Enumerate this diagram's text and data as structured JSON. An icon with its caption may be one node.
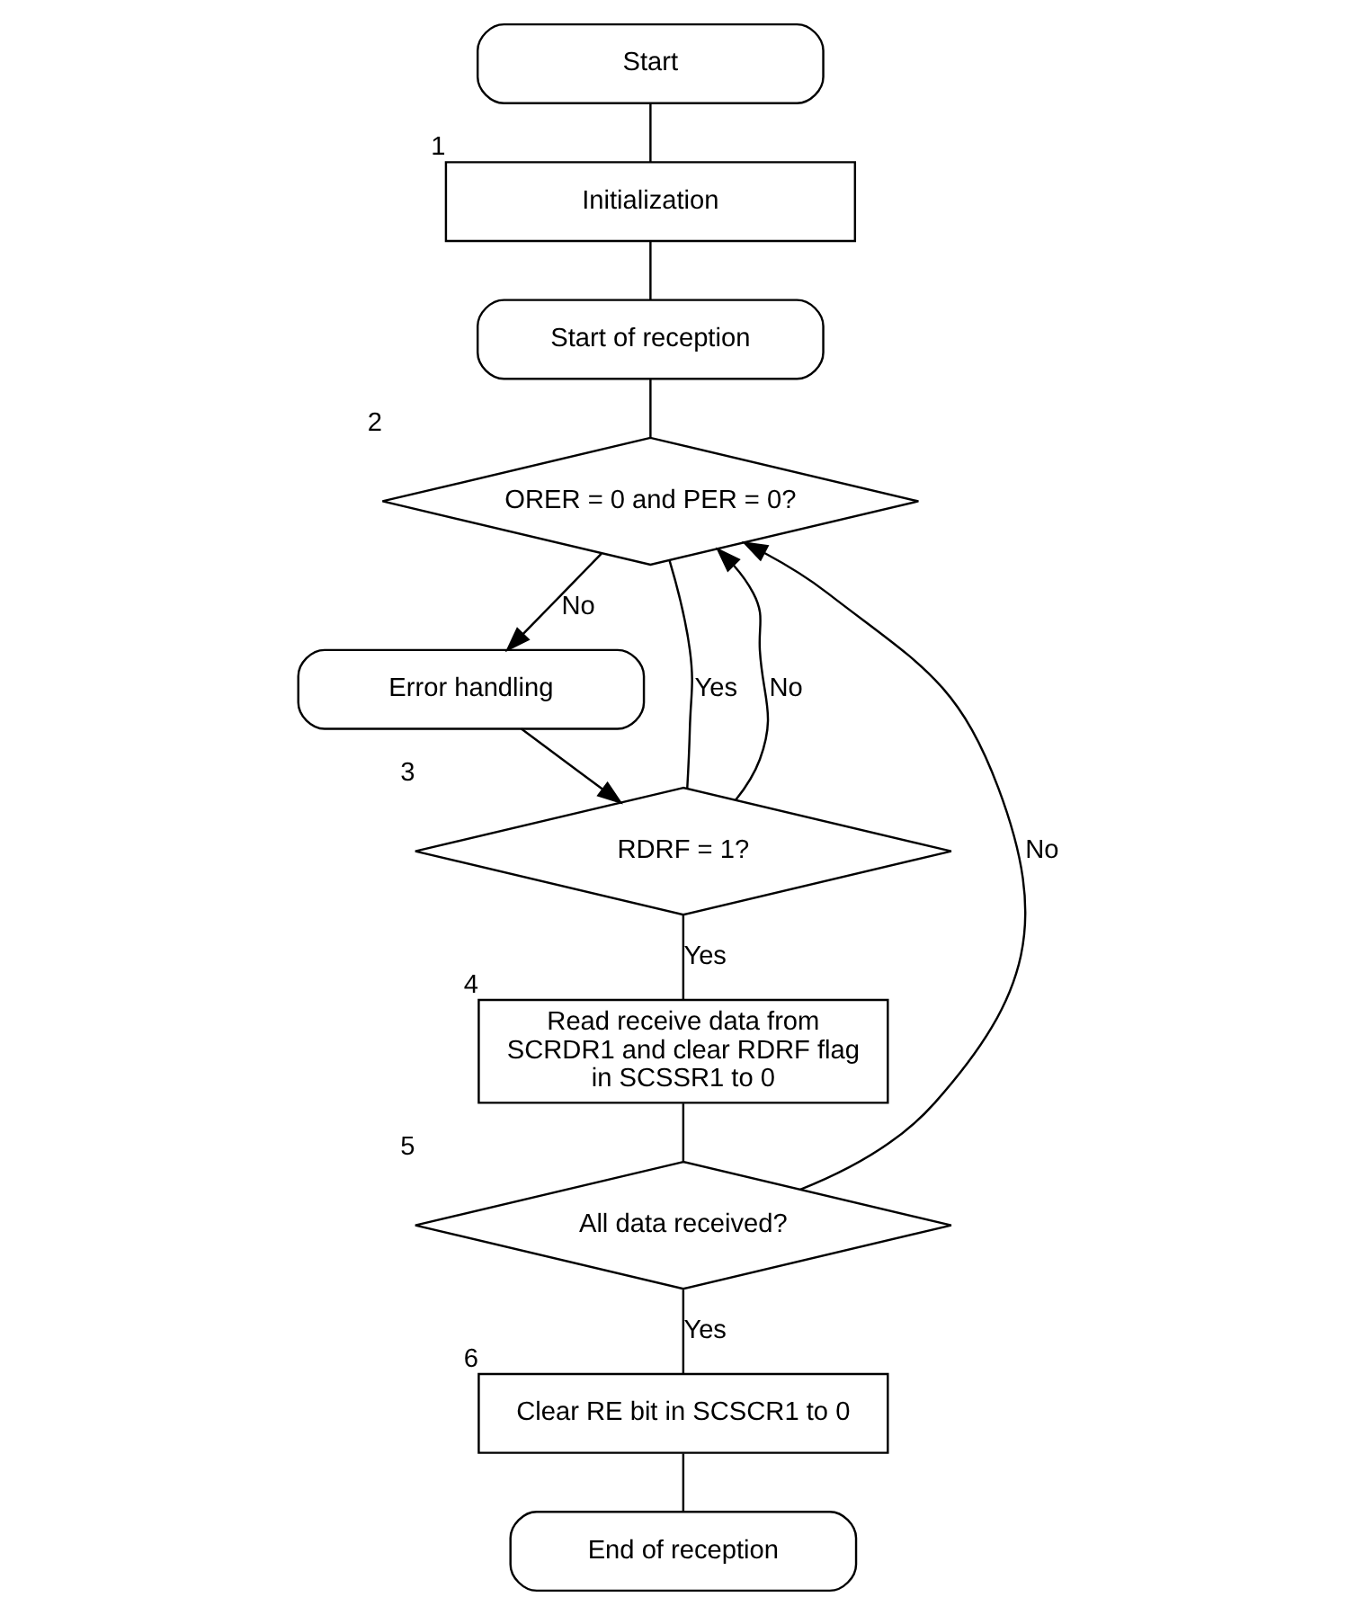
{
  "diagram": {
    "nodes": [
      {
        "text": [
          "Start"
        ]
      },
      {
        "text": [
          "Initialization"
        ],
        "beside": [
          "1"
        ]
      },
      {
        "text": [
          "Start of reception"
        ]
      },
      {
        "text": [
          "ORER = 0 and PER = 0?"
        ],
        "beside": [
          "2"
        ]
      },
      {
        "text": [
          "Error handling"
        ]
      },
      {
        "text": [
          "RDRF = 1?"
        ],
        "beside": [
          "3"
        ]
      },
      {
        "text": [
          "Read receive data from SCRDR1 and clear RDRF flag in SCSSR1 to 0"
        ],
        "beside": [
          "4"
        ]
      },
      {
        "text": [
          "All data received?"
        ],
        "beside": [
          "5"
        ]
      },
      {
        "text": [
          "Clear RE bit in SCSCR1 to 0"
        ],
        "beside": [
          "6"
        ]
      },
      {
        "text": [
          "End of reception"
        ]
      }
    ],
    "edges": [
      {
        "from": 0,
        "to": 1,
        "arrow": "none"
      },
      {
        "from": 1,
        "to": 2,
        "arrow": "none"
      },
      {
        "from": 2,
        "to": 3,
        "arrow": "none"
      },
      {
        "from": 3,
        "to": 4,
        "label": "No",
        "arrow": "to"
      },
      {
        "from": 4,
        "to": 5,
        "arrow": "to"
      },
      {
        "from": 3,
        "to": 5,
        "label": "Yes",
        "arrow": "none"
      },
      {
        "from": 5,
        "to": 3,
        "label": "No",
        "arrow": "to"
      },
      {
        "from": 5,
        "to": 6,
        "label": "Yes",
        "arrow": "none"
      },
      {
        "from": 6,
        "to": 7,
        "arrow": "none"
      },
      {
        "from": 7,
        "to": 3,
        "label": "No",
        "arrow": "to"
      },
      {
        "from": 7,
        "to": 8,
        "label": "Yes",
        "arrow": "none"
      },
      {
        "from": 8,
        "to": 9,
        "arrow": "none"
      }
    ]
  }
}
